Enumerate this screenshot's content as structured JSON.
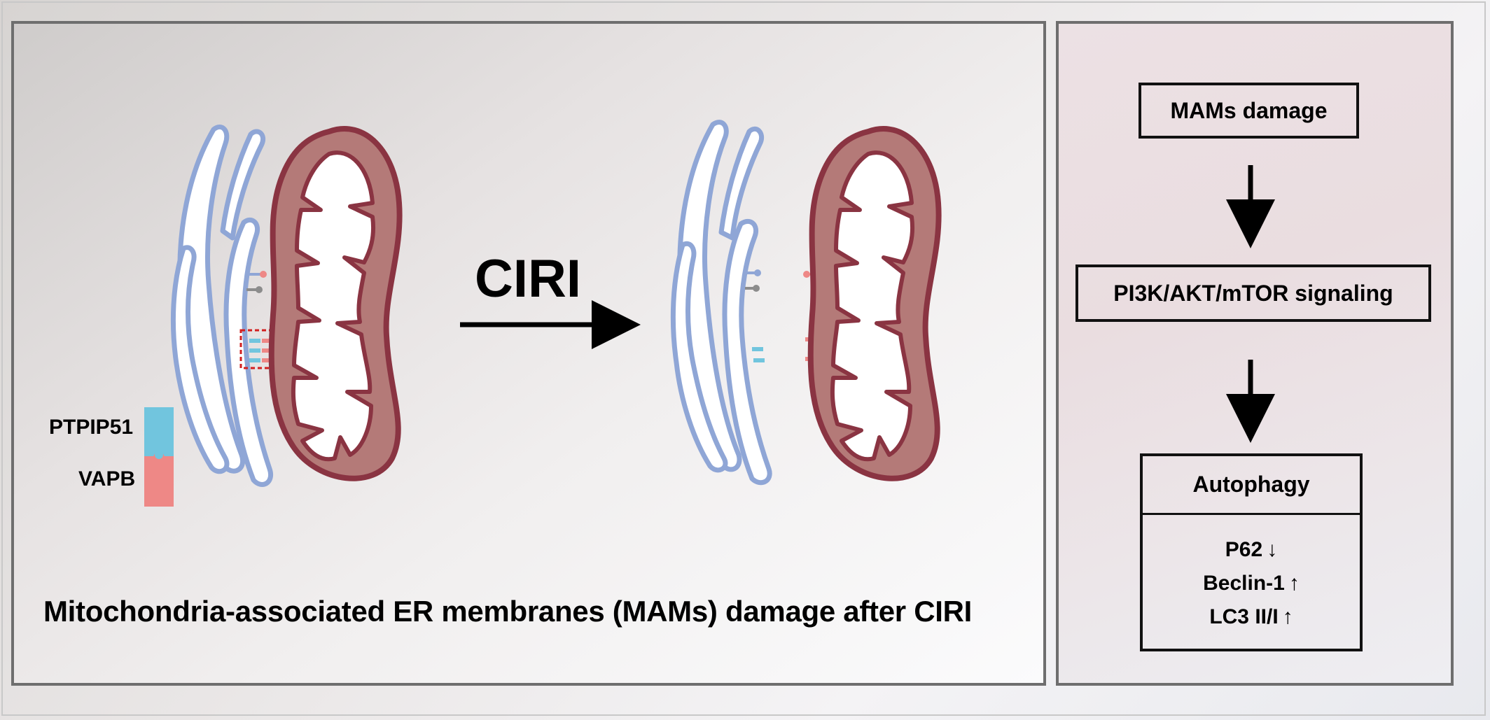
{
  "caption": "Mitochondria-associated ER membranes (MAMs) damage after CIRI",
  "transition_label": "CIRI",
  "legend": {
    "ptpip51": "PTPIP51",
    "vapb": "VAPB"
  },
  "colors": {
    "er_outline": "#8fa6d6",
    "mito_outer": "#b47a78",
    "mito_outline": "#8a3442",
    "ptpip51": "#71c5de",
    "vapb": "#ee8886",
    "tether_gray": "#8c8c8c",
    "highlight_box": "#d21f1f"
  },
  "pathway": {
    "step1": "MAMs damage",
    "step2": "PI3K/AKT/mTOR signaling",
    "step3": "Autophagy",
    "markers": [
      {
        "name": "P62",
        "direction": "↓"
      },
      {
        "name": "Beclin-1",
        "direction": "↑"
      },
      {
        "name": "LC3 II/I",
        "direction": "↑"
      }
    ]
  }
}
